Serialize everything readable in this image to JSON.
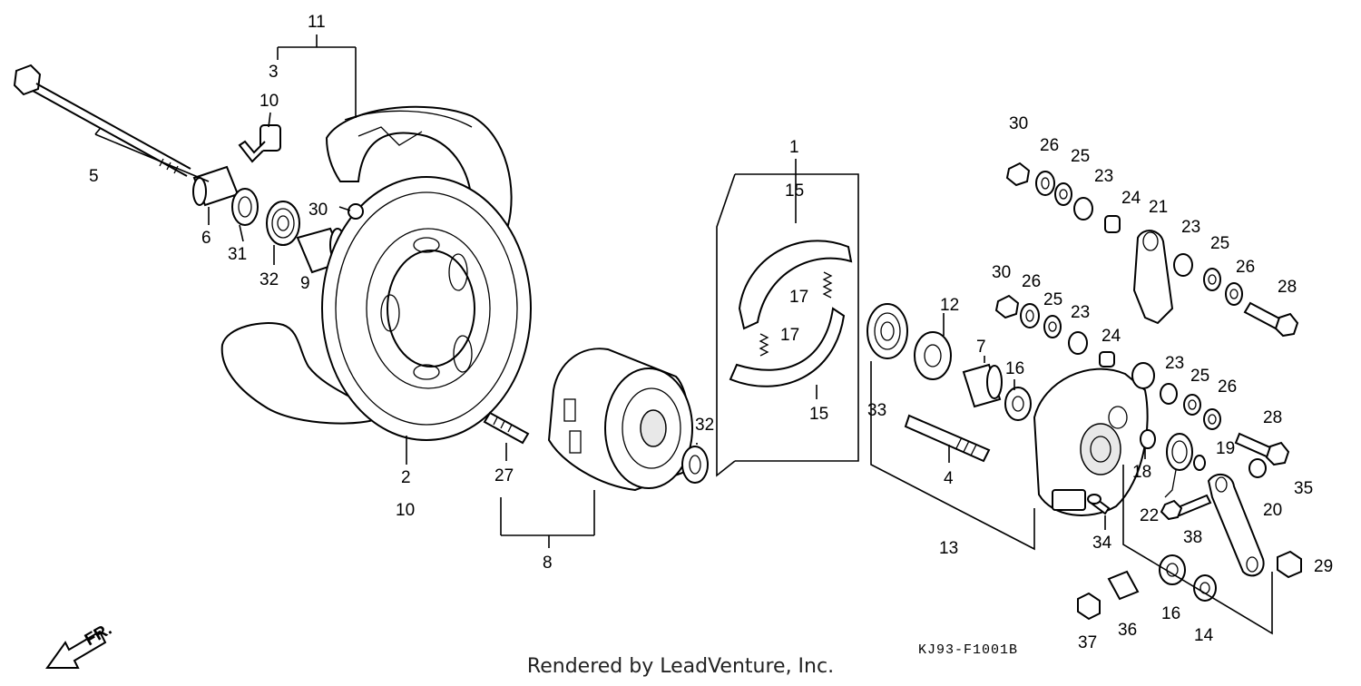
{
  "callouts": [
    "1",
    "2",
    "3",
    "4",
    "5",
    "6",
    "7",
    "8",
    "9",
    "10",
    "11",
    "12",
    "13",
    "14",
    "15",
    "16",
    "17",
    "18",
    "19",
    "20",
    "21",
    "22",
    "23",
    "24",
    "25",
    "26",
    "27",
    "28",
    "29",
    "30",
    "31",
    "32",
    "33",
    "34",
    "35",
    "36",
    "37",
    "38"
  ],
  "labels": {
    "p1": "1",
    "p2": "2",
    "p3": "3",
    "p4": "4",
    "p5": "5",
    "p6": "6",
    "p7": "7",
    "p8": "8",
    "p9": "9",
    "p10a": "10",
    "p10b": "10",
    "p11": "11",
    "p12": "12",
    "p13": "13",
    "p14": "14",
    "p15a": "15",
    "p15b": "15",
    "p16a": "16",
    "p16b": "16",
    "p17a": "17",
    "p17b": "17",
    "p18": "18",
    "p19": "19",
    "p20": "20",
    "p21": "21",
    "p22": "22",
    "p23a": "23",
    "p23b": "23",
    "p23c": "23",
    "p23d": "23",
    "p24a": "24",
    "p24b": "24",
    "p25a": "25",
    "p25b": "25",
    "p25c": "25",
    "p25d": "25",
    "p26a": "26",
    "p26b": "26",
    "p26c": "26",
    "p26d": "26",
    "p27": "27",
    "p28a": "28",
    "p28b": "28",
    "p29": "29",
    "p30a": "30",
    "p30b": "30",
    "p30c": "30",
    "p31": "31",
    "p32a": "32",
    "p32b": "32",
    "p33": "33",
    "p34": "34",
    "p35": "35",
    "p36": "36",
    "p37": "37",
    "p38": "38"
  },
  "direction_label": "FR.",
  "diagram_code": "KJ93-F1001B",
  "footer": "Rendered by LeadVenture, Inc.",
  "colors": {
    "line": "#000000",
    "background": "#ffffff"
  }
}
